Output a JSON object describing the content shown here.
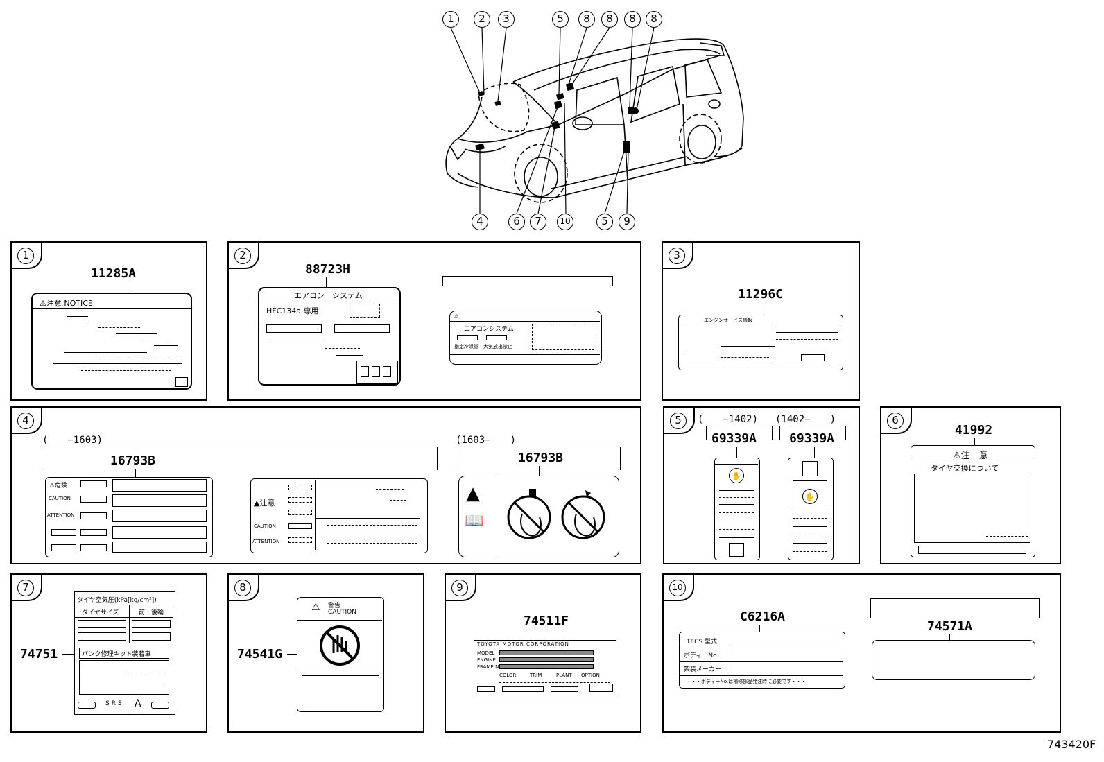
{
  "car_callouts": [
    "1",
    "2",
    "3",
    "5",
    "8",
    "8",
    "8",
    "8",
    "4",
    "6",
    "7",
    "10",
    "5",
    "9"
  ],
  "panels": [
    {
      "num": "1",
      "pn": "11285A",
      "notice": "⚠注意 NOTICE"
    },
    {
      "num": "2",
      "pn": "88723H",
      "title": "エアコン　システム",
      "refrigerant": "HFC134a 専用",
      "alt_title": "エアコンシステム",
      "alt_line": "指定冷媒量　大気放出禁止"
    },
    {
      "num": "3",
      "pn": "11296C",
      "title": "エンジンサービス情報"
    },
    {
      "num": "4",
      "range_a": "(　　−1603)",
      "range_b": "(1603−　　)",
      "pn_a": "16793B",
      "pn_b": "16793B",
      "danger": "⚠危険",
      "caution": "CAUTION",
      "attention": "ATTENTION",
      "chui": "▲注意",
      "caution2": "CAUTION",
      "attention2": "ATTENTION"
    },
    {
      "num": "5",
      "range_a": "(　　−1402)",
      "range_b": "(1402−　　)",
      "pn_a": "69339A",
      "pn_b": "69339A"
    },
    {
      "num": "6",
      "pn": "41992",
      "title": "⚠注　意",
      "subtitle": "タイヤ交換について"
    },
    {
      "num": "7",
      "pn": "74751",
      "title": "タイヤ空気圧(kPa[kg/cm²])",
      "col1": "タイヤサイズ",
      "col2": "前・後輪",
      "kit": "パンク修理キット装着車",
      "srs": "SRS",
      "srs_mark": "A"
    },
    {
      "num": "8",
      "pn": "74541G",
      "warn": "警告",
      "caution": "CAUTION"
    },
    {
      "num": "9",
      "pn": "74511F",
      "maker": "TOYOTA MOTOR CORPORATION",
      "model": "MODEL",
      "engine": "ENGINE",
      "frame": "FRAME No.",
      "color": "COLOR",
      "trim": "TRIM",
      "plant": "PLANT",
      "option": "OPTION"
    },
    {
      "num": "10",
      "pn_a": "C6216A",
      "pn_b": "74571A",
      "row1": "TECS 型式",
      "row2": "ボディーNo.",
      "row3": "架装メーカー",
      "note": "・・・ボディーNo.は補修部品発注時に必要です・・・"
    }
  ],
  "ref_code": "743420F"
}
